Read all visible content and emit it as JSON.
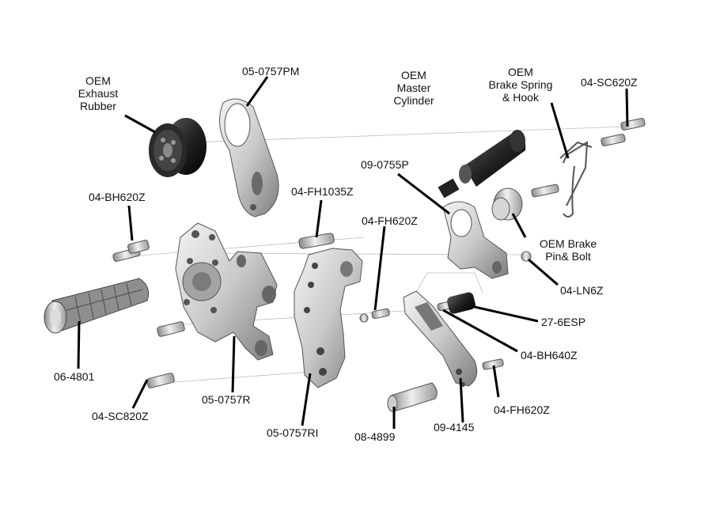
{
  "labels": {
    "exhaust_rubber": [
      "OEM",
      "Exhaust",
      "Rubber"
    ],
    "p05_0757PM": "05-0757PM",
    "master_cylinder": [
      "OEM",
      "Master",
      "Cylinder"
    ],
    "brake_spring": [
      "OEM",
      "Brake Spring",
      "& Hook"
    ],
    "p04_SC620Z": "04-SC620Z",
    "p09_0755P": "09-0755P",
    "p04_FH1035Z": "04-FH1035Z",
    "p04_BH620Z": "04-BH620Z",
    "p04_FH620Z_top": "04-FH620Z",
    "brake_pin": [
      "OEM Brake",
      "Pin& Bolt"
    ],
    "p04_LN6Z": "04-LN6Z",
    "p27_6ESP": "27-6ESP",
    "p04_BH640Z": "04-BH640Z",
    "p06_4801": "06-4801",
    "p05_0757R": "05-0757R",
    "p04_SC820Z": "04-SC820Z",
    "p05_0757RI": "05-0757RI",
    "p08_4899": "08-4899",
    "p09_4145": "09-4145",
    "p04_FH620Z_bottom": "04-FH620Z"
  }
}
